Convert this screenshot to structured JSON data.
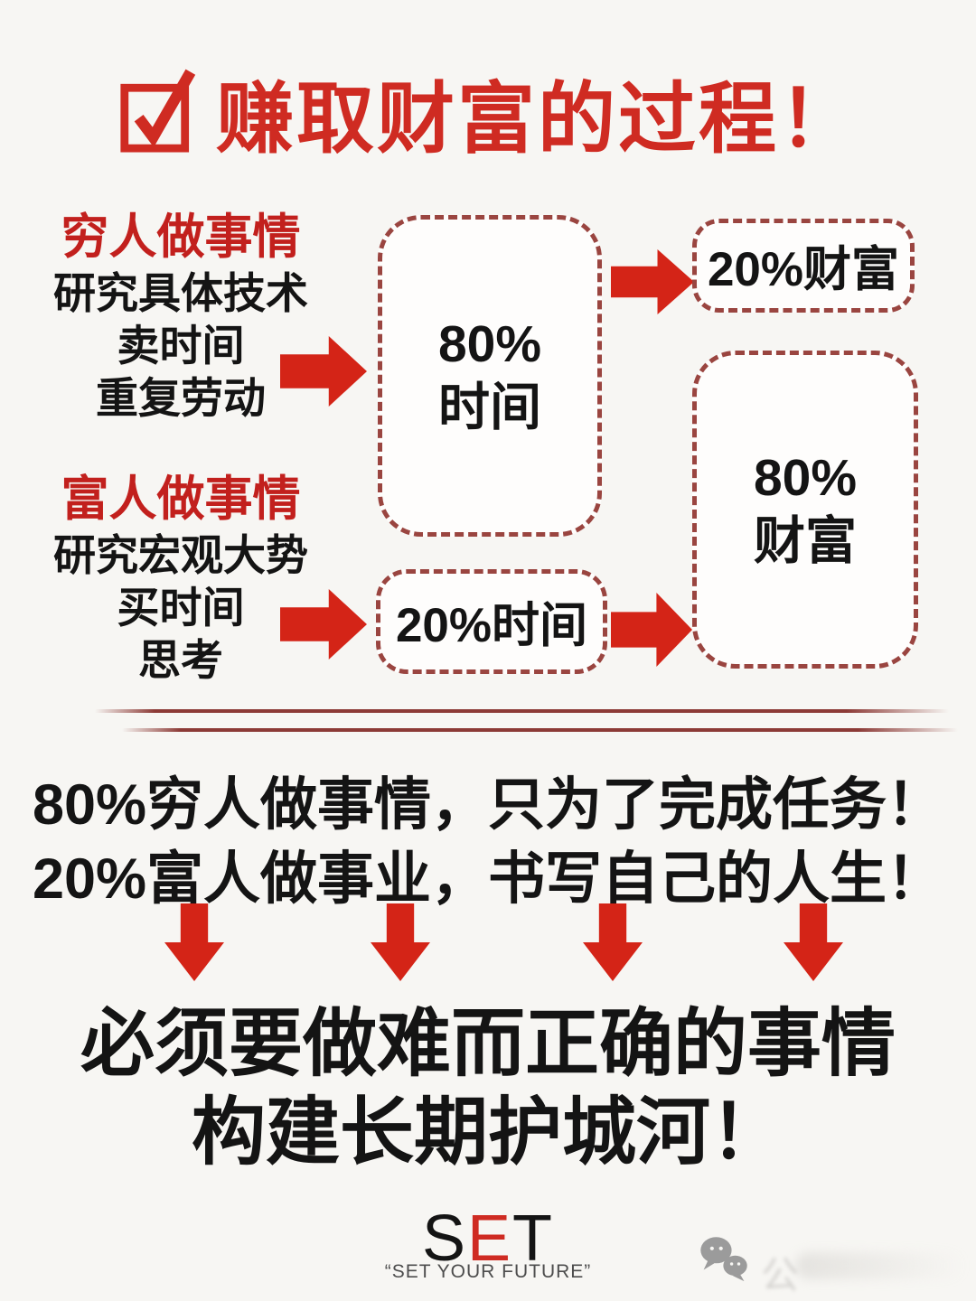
{
  "title": {
    "text": "赚取财富的过程！"
  },
  "poor": {
    "heading": "穷人做事情",
    "items": [
      "研究具体技术",
      "卖时间",
      "重复劳动"
    ]
  },
  "rich": {
    "heading": "富人做事情",
    "items": [
      "研究宏观大势",
      "买时间",
      "思考"
    ]
  },
  "boxes": {
    "time80": {
      "line1": "80%",
      "line2": "时间"
    },
    "wealth20": {
      "label": "20%财富"
    },
    "time20": {
      "label": "20%时间"
    },
    "wealth80": {
      "line1": "80%",
      "line2": "财富"
    }
  },
  "statements": {
    "line1": "80%穷人做事情，只为了完成任务！",
    "line2": "20%富人做事业，书写自己的人生！"
  },
  "conclusion": {
    "line1": "必须要做难而正确的事情",
    "line2": "构建长期护城河！"
  },
  "footer": {
    "logo": {
      "s": "S",
      "e": "E",
      "t": "T"
    },
    "tagline": "“SET YOUR FUTURE”",
    "watermark": "公"
  },
  "colors": {
    "title_red": "#cf2b22",
    "label_red": "#c2201d",
    "arrow_red": "#d42417",
    "dash_red": "#9a4540",
    "divider_red": "#8c3a36",
    "ink": "#141414",
    "tagline_gray": "#4d4d4d",
    "wechat_gray": "#9b9b9b",
    "bg": "#f7f6f3"
  }
}
